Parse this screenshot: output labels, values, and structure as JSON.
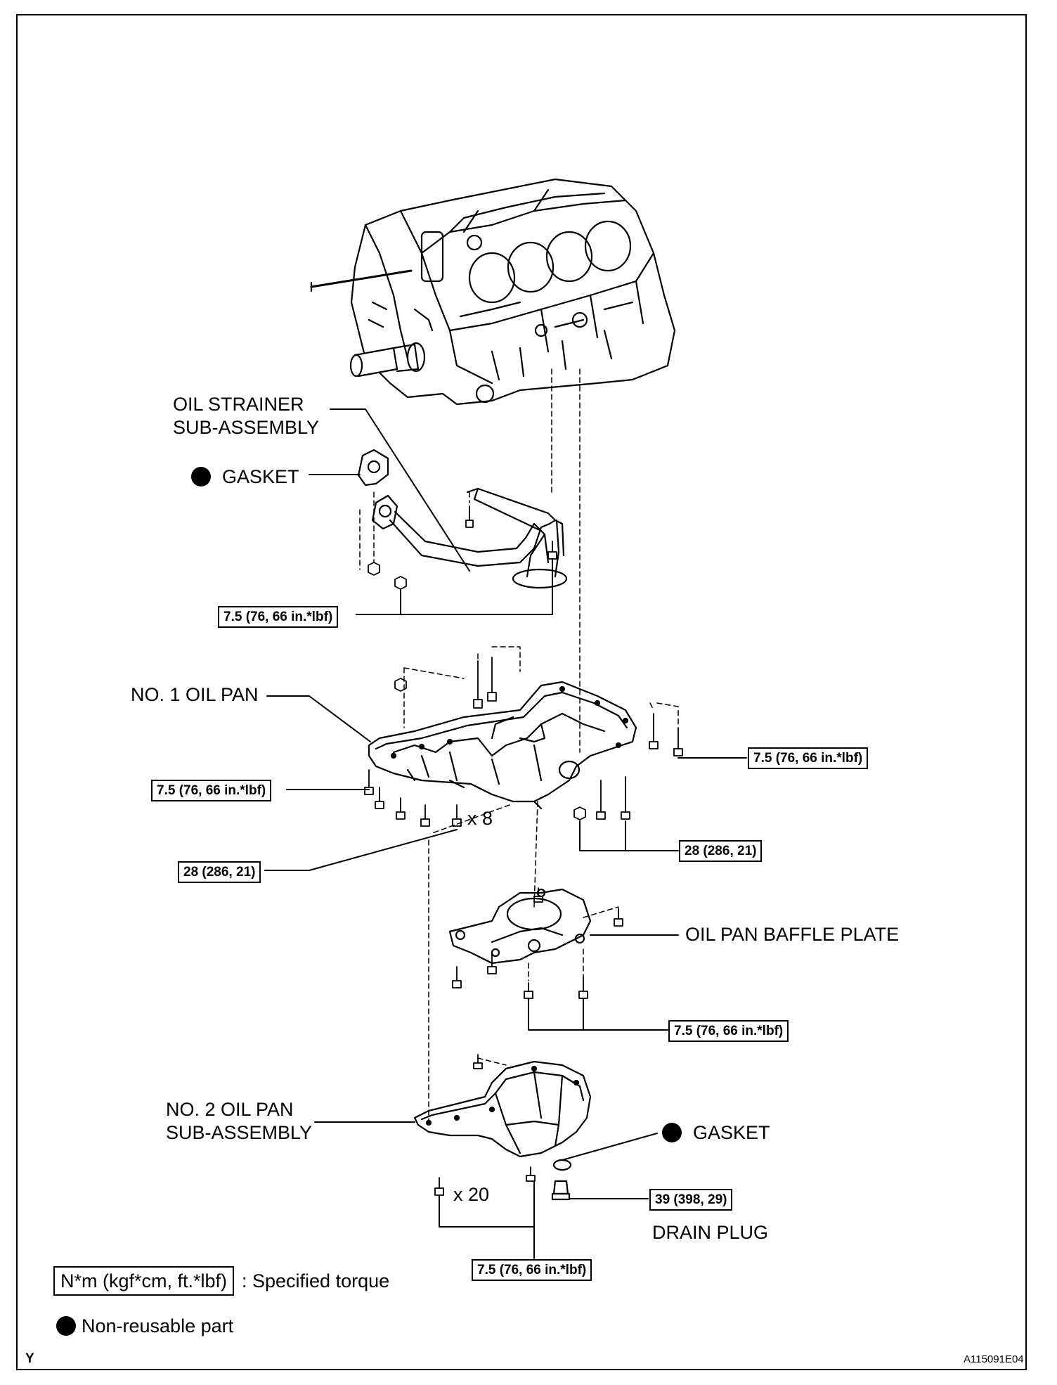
{
  "labels": {
    "oil_strainer": "OIL STRAINER\nSUB-ASSEMBLY",
    "gasket_top": "GASKET",
    "no1_oil_pan": "NO. 1 OIL PAN",
    "x8": "x 8",
    "baffle_plate": "OIL PAN BAFFLE PLATE",
    "no2_oil_pan": "NO. 2 OIL PAN\nSUB-ASSEMBLY",
    "gasket_bottom": "GASKET",
    "x20": "x 20",
    "drain_plug": "DRAIN PLUG"
  },
  "torques": {
    "strainer": "7.5 (76, 66 in.*lbf)",
    "pan1_right": "7.5 (76, 66 in.*lbf)",
    "pan1_left": "7.5 (76, 66 in.*lbf)",
    "pan1_28_right": "28 (286, 21)",
    "pan1_28_left": "28 (286, 21)",
    "baffle": "7.5 (76, 66 in.*lbf)",
    "drain": "39 (398, 29)",
    "pan2": "7.5 (76, 66 in.*lbf)"
  },
  "legend": {
    "torque_unit": "N*m (kgf*cm, ft.*lbf)",
    "torque_desc": ": Specified torque",
    "nonreusable": "Non-reusable part"
  },
  "corner": {
    "left": "Y",
    "right": "A115091E04"
  }
}
